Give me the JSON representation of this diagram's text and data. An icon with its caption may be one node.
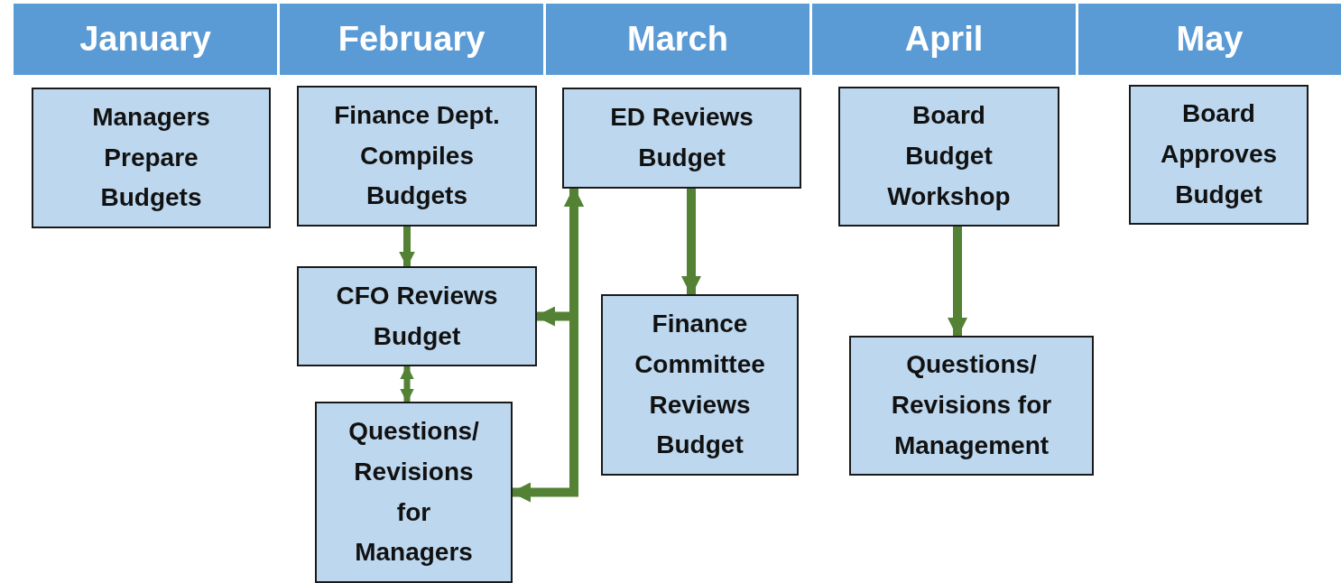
{
  "diagram": {
    "nodes": [
      {
        "text": [
          "January"
        ]
      },
      {
        "text": [
          "February"
        ]
      },
      {
        "text": [
          "March"
        ]
      },
      {
        "text": [
          "April"
        ]
      },
      {
        "text": [
          "May"
        ]
      },
      {
        "text": [
          "Managers Prepare Budgets"
        ]
      },
      {
        "text": [
          "Finance Dept. Compiles Budgets"
        ]
      },
      {
        "text": [
          "CFO Reviews Budget"
        ]
      },
      {
        "text": [
          "Questions/ Revisions for Managers"
        ]
      },
      {
        "text": [
          "ED Reviews Budget"
        ]
      },
      {
        "text": [
          "Finance Committee Reviews Budget"
        ]
      },
      {
        "text": [
          "Board Budget Workshop"
        ]
      },
      {
        "text": [
          "Questions/ Revisions for Management"
        ]
      },
      {
        "text": [
          "Board Approves Budget"
        ]
      }
    ],
    "edges": [
      {
        "from": 6,
        "to": 7,
        "arrow": "to"
      },
      {
        "from": 7,
        "to": 8,
        "arrow": "both"
      },
      {
        "from": 9,
        "to": 7,
        "arrow": "both"
      },
      {
        "from": 9,
        "to": 8,
        "arrow": "both"
      },
      {
        "from": 9,
        "to": 10,
        "arrow": "to"
      },
      {
        "from": 11,
        "to": 12,
        "arrow": "to"
      }
    ]
  }
}
